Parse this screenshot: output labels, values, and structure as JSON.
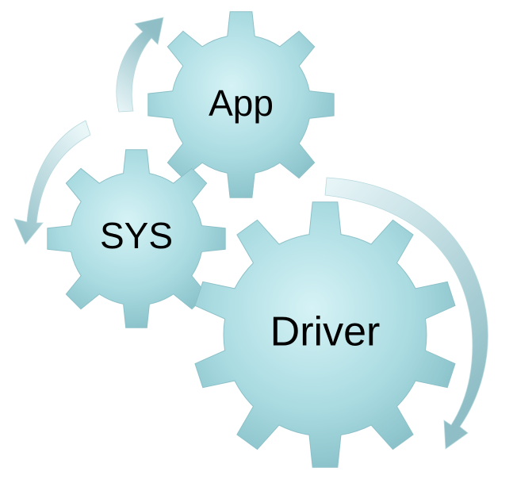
{
  "colors": {
    "gear_light": "#d6f3f6",
    "gear_mid": "#a9dbe1",
    "gear_dark": "#7fb8c1",
    "arrow_light": "#e9f6f8",
    "arrow_dark": "#8fbec6",
    "label": "#000000"
  },
  "gears": [
    {
      "id": "app",
      "label": "App",
      "teeth": 8
    },
    {
      "id": "sys",
      "label": "SYS",
      "teeth": 8
    },
    {
      "id": "driver",
      "label": "Driver",
      "teeth": 10
    }
  ],
  "arrows": [
    {
      "id": "app-cycle-arrow"
    },
    {
      "id": "sys-cycle-arrow"
    },
    {
      "id": "driver-cycle-arrow"
    }
  ]
}
